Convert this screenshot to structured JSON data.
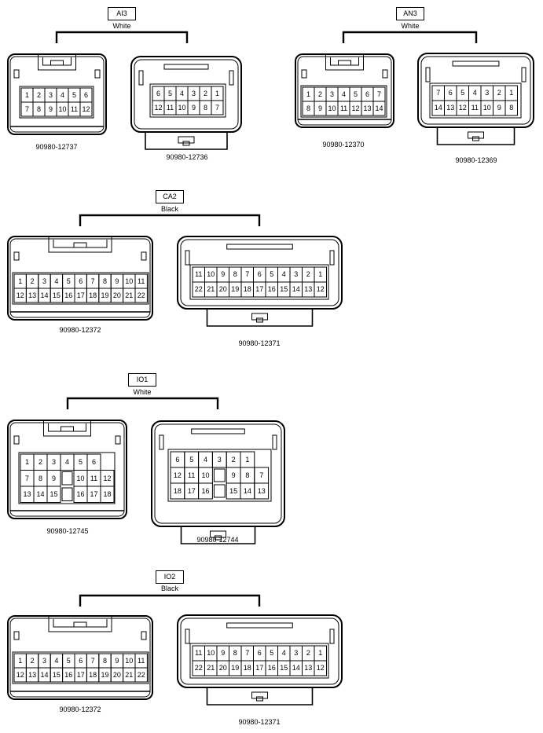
{
  "groups": [
    {
      "id": "AI3",
      "tag": "AI3",
      "color": "White",
      "connectors": [
        {
          "part": "90980-12737",
          "style": "female",
          "rows": [
            [
              "1",
              "2",
              "3",
              "4",
              "5",
              "6"
            ],
            [
              "7",
              "8",
              "9",
              "10",
              "11",
              "12"
            ]
          ]
        },
        {
          "part": "90980-12736",
          "style": "male",
          "rows": [
            [
              "6",
              "5",
              "4",
              "3",
              "2",
              "1"
            ],
            [
              "12",
              "11",
              "10",
              "9",
              "8",
              "7"
            ]
          ]
        }
      ]
    },
    {
      "id": "AN3",
      "tag": "AN3",
      "color": "White",
      "connectors": [
        {
          "part": "90980-12370",
          "style": "female",
          "rows": [
            [
              "1",
              "2",
              "3",
              "4",
              "5",
              "6",
              "7"
            ],
            [
              "8",
              "9",
              "10",
              "11",
              "12",
              "13",
              "14"
            ]
          ]
        },
        {
          "part": "90980-12369",
          "style": "male",
          "rows": [
            [
              "7",
              "6",
              "5",
              "4",
              "3",
              "2",
              "1"
            ],
            [
              "14",
              "13",
              "12",
              "11",
              "10",
              "9",
              "8"
            ]
          ]
        }
      ]
    },
    {
      "id": "CA2",
      "tag": "CA2",
      "color": "Black",
      "connectors": [
        {
          "part": "90980-12372",
          "style": "female",
          "rows": [
            [
              "1",
              "2",
              "3",
              "4",
              "5",
              "6",
              "7",
              "8",
              "9",
              "10",
              "11"
            ],
            [
              "12",
              "13",
              "14",
              "15",
              "16",
              "17",
              "18",
              "19",
              "20",
              "21",
              "22"
            ]
          ]
        },
        {
          "part": "90980-12371",
          "style": "male",
          "rows": [
            [
              "11",
              "10",
              "9",
              "8",
              "7",
              "6",
              "5",
              "4",
              "3",
              "2",
              "1"
            ],
            [
              "22",
              "21",
              "20",
              "19",
              "18",
              "17",
              "16",
              "15",
              "14",
              "13",
              "12"
            ]
          ]
        }
      ]
    },
    {
      "id": "IO1",
      "tag": "IO1",
      "color": "White",
      "connectors": [
        {
          "part": "90980-12745",
          "style": "female",
          "rows": [
            [
              "1",
              "2",
              "3",
              "4",
              "5",
              "6"
            ],
            [
              "7",
              "8",
              "9",
              "",
              "10",
              "11",
              "12"
            ],
            [
              "13",
              "14",
              "15",
              "",
              "16",
              "17",
              "18"
            ]
          ]
        },
        {
          "part": "90980-12744",
          "style": "male",
          "rows": [
            [
              "6",
              "5",
              "4",
              "3",
              "2",
              "1"
            ],
            [
              "12",
              "11",
              "10",
              "",
              "9",
              "8",
              "7"
            ],
            [
              "18",
              "17",
              "16",
              "",
              "15",
              "14",
              "13"
            ]
          ]
        }
      ]
    },
    {
      "id": "IO2",
      "tag": "IO2",
      "color": "Black",
      "connectors": [
        {
          "part": "90980-12372",
          "style": "female",
          "rows": [
            [
              "1",
              "2",
              "3",
              "4",
              "5",
              "6",
              "7",
              "8",
              "9",
              "10",
              "11"
            ],
            [
              "12",
              "13",
              "14",
              "15",
              "16",
              "17",
              "18",
              "19",
              "20",
              "21",
              "22"
            ]
          ]
        },
        {
          "part": "90980-12371",
          "style": "male",
          "rows": [
            [
              "11",
              "10",
              "9",
              "8",
              "7",
              "6",
              "5",
              "4",
              "3",
              "2",
              "1"
            ],
            [
              "22",
              "21",
              "20",
              "19",
              "18",
              "17",
              "16",
              "15",
              "14",
              "13",
              "12"
            ]
          ]
        }
      ]
    }
  ],
  "colors": {
    "line": "#000000",
    "background": "#ffffff"
  }
}
